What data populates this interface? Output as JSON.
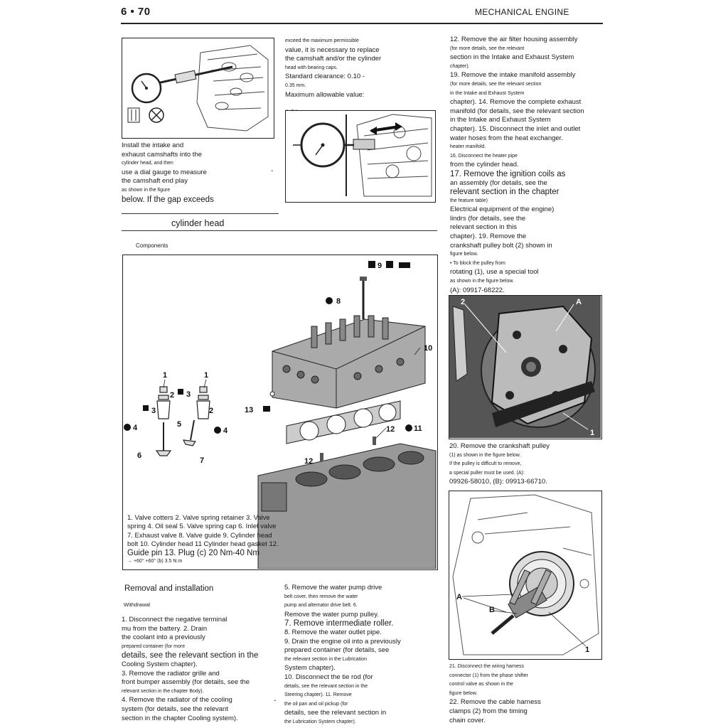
{
  "header": {
    "page": "6 • 70",
    "title": "MECHANICAL ENGINE"
  },
  "col1": {
    "lines": [
      {
        "t": "Install the intake and",
        "s": "md"
      },
      {
        "t": "exhaust camshafts into the",
        "s": "md"
      },
      {
        "t": "cylinder head, and then",
        "s": "sm"
      },
      {
        "t": "use a dial gauge to measure",
        "s": "md"
      },
      {
        "t": "the camshaft end play",
        "s": "md"
      },
      {
        "t": "as shown in the figure",
        "s": "sm"
      },
      {
        "t": "below. If the gap exceeds",
        "s": "lg"
      }
    ],
    "dash": "-"
  },
  "col2": {
    "lines": [
      {
        "t": "exceed the maximum permissible",
        "s": "sm"
      },
      {
        "t": "value, it is necessary to replace",
        "s": "md"
      },
      {
        "t": "the camshaft and/or the cylinder",
        "s": "md"
      },
      {
        "t": "head with bearing caps.",
        "s": "sm"
      },
      {
        "t": "   Standard clearance: 0.10 -",
        "s": "md"
      },
      {
        "t": "0.35 mm.",
        "s": "sm"
      },
      {
        "t": "            Maximum allowable value:",
        "s": "md"
      },
      {
        "t": "",
        "s": "sm"
      },
      {
        "t": "0.50 mm.",
        "s": "md"
      }
    ]
  },
  "col3_top": {
    "lines": [
      {
        "t": "12. Remove the air filter housing assembly",
        "s": "md"
      },
      {
        "t": "(for more details, see the relevant",
        "s": "sm"
      },
      {
        "t": "section in the Intake and Exhaust System",
        "s": "md"
      },
      {
        "t": "chapter).",
        "s": "sm"
      },
      {
        "t": "19. Remove the intake manifold assembly",
        "s": "md"
      },
      {
        "t": "(for more details, see the relevant section",
        "s": "sm"
      },
      {
        "t": "in the Intake and Exhaust System",
        "s": "sm"
      },
      {
        "t": " chapter). 14. Remove the complete exhaust",
        "s": "md"
      },
      {
        "t": "manifold (for details, see the relevant section",
        "s": "md"
      },
      {
        "t": "in the Intake and Exhaust System",
        "s": "md"
      },
      {
        "t": " chapter). 15. Disconnect the inlet and outlet",
        "s": "md"
      },
      {
        "t": "water hoses from the heat exchanger.",
        "s": "md"
      },
      {
        "t": "heater manifold.",
        "s": "sm"
      },
      {
        "t": "16. Disconnect the heater pipe",
        "s": "sm"
      },
      {
        "t": "from the cylinder head.",
        "s": "md"
      },
      {
        "t": "17. Remove the ignition coils as",
        "s": "lg"
      },
      {
        "t": "an assembly (for details, see the",
        "s": "md"
      },
      {
        "t": "relevant section in the chapter",
        "s": "lg"
      },
      {
        "t": "the feature table)",
        "s": "sm"
      },
      {
        "t": "Electrical equipment of the engine)",
        "s": "md"
      },
      {
        "t": "lindrs (for details, see the",
        "s": "md"
      },
      {
        "t": "relevant section in this",
        "s": "md"
      },
      {
        "t": "chapter). 19. Remove the",
        "s": "md"
      },
      {
        "t": "crankshaft pulley bolt (2) shown in",
        "s": "md"
      },
      {
        "t": "figure below.",
        "s": "sm"
      },
      {
        "t": "   • To block the pulley from",
        "s": "sm"
      },
      {
        "t": "rotating (1), use a special tool",
        "s": "md"
      },
      {
        "t": "as shown in the figure below.",
        "s": "sm"
      },
      {
        "t": "(A): 09917-68222.",
        "s": "md"
      }
    ]
  },
  "col3_mid": {
    "lines": [
      {
        "t": "20. Remove the crankshaft pulley",
        "s": "md"
      },
      {
        "t": "(1) as shown in the figure below.",
        "s": "sm"
      },
      {
        "t": "If the pulley is difficult to remove,",
        "s": "sm"
      },
      {
        "t": "a special puller must be used. (A):",
        "s": "sm"
      },
      {
        "t": "09926-58010, (B): 09913-66710.",
        "s": "md"
      }
    ]
  },
  "col3_bot": {
    "lines": [
      {
        "t": "21. Disconnect the wiring harness",
        "s": "sm"
      },
      {
        "t": "connector (1) from the phase shifter",
        "s": "sm"
      },
      {
        "t": "control valve as shown in the",
        "s": "sm"
      },
      {
        "t": "figure below.",
        "s": "sm"
      },
      {
        "t": "22. Remove the cable harness",
        "s": "md"
      },
      {
        "t": "clamps (2) from the timing",
        "s": "md"
      },
      {
        "t": "chain cover.",
        "s": "md"
      }
    ]
  },
  "section_cylinder_head": {
    "title": "cylinder head",
    "components": "Components"
  },
  "diagram_labels": {
    "n1a": "1",
    "n1b": "1",
    "n2a": "2",
    "n2b": "2",
    "n3a": "3",
    "n3b": "3",
    "n4a": "4",
    "n4b": "4",
    "n5": "5",
    "n6": "6",
    "n7": "7",
    "n8": "8",
    "n9": "9",
    "n10": "10",
    "n11": "11",
    "n12a": "12",
    "n12b": "12",
    "n13": "13"
  },
  "caption_lines": [
    {
      "t": "1. Valve cotters 2. Valve spring retainer 3. Valve",
      "s": "md"
    },
    {
      "t": "spring 4. Oil seal 5. Valve spring cap 6. Inlet valve",
      "s": "md"
    },
    {
      "t": "7. Exhaust valve 8. Valve guide 9. Cylinder head",
      "s": "md"
    },
    {
      "t": "bolt 10. Cylinder head 11 Cylinder head gasket 12.",
      "s": "md"
    },
    {
      "t": "Guide pin 13. Plug (c) 20 Nm-40 Nm",
      "s": "lg"
    },
    {
      "t": "→ +60° +60° (b) 3.5 N.m",
      "s": "sm"
    }
  ],
  "removal": {
    "title": "Removal and installation",
    "subtitle": "Withdrawal",
    "lines": [
      {
        "t": "      1. Disconnect the negative terminal",
        "s": "md"
      },
      {
        "t": "mu from the battery. 2. Drain",
        "s": "md"
      },
      {
        "t": "the coolant into a previously",
        "s": "md"
      },
      {
        "t": "prepared container (for more",
        "s": "sm"
      },
      {
        "t": "details, see the relevant section in the",
        "s": "lg"
      },
      {
        "t": "Cooling System chapter).",
        "s": "md"
      },
      {
        "t": "3. Remove the radiator grille and",
        "s": "md"
      },
      {
        "t": "front bumper assembly (for details, see the",
        "s": "md"
      },
      {
        "t": "relevant section in the chapter Body).",
        "s": "sm"
      },
      {
        "t": "4. Remove the radiator of the cooling",
        "s": "md"
      },
      {
        "t": "system (for details, see the relevant",
        "s": "md"
      },
      {
        "t": "section in the chapter Cooling system).",
        "s": "md"
      }
    ],
    "dash": "-"
  },
  "col2_bottom": {
    "lines": [
      {
        "t": "5. Remove the water pump drive",
        "s": "md"
      },
      {
        "t": "belt cover, then remove the water",
        "s": "sm"
      },
      {
        "t": "pump and alternator drive belt. 6.",
        "s": "sm"
      },
      {
        "t": "Remove the water pump pulley.",
        "s": "md"
      },
      {
        "t": "7. Remove intermediate roller.",
        "s": "lg"
      },
      {
        "t": "      8. Remove the water outlet pipe.",
        "s": "md"
      },
      {
        "t": "9. Drain the engine oil into a previously",
        "s": "md"
      },
      {
        "t": "prepared container (for details, see",
        "s": "md"
      },
      {
        "t": "the relevant section in the Lubrication",
        "s": "sm"
      },
      {
        "t": "System chapter).",
        "s": "md"
      },
      {
        "t": "10. Disconnect the tie rod (for",
        "s": "md"
      },
      {
        "t": "details, see the relevant section in the",
        "s": "sm"
      },
      {
        "t": "Steering chapter). 11. Remove",
        "s": "sm"
      },
      {
        "t": "the oil pan and oil pickup (for",
        "s": "sm"
      },
      {
        "t": "details, see the relevant section in",
        "s": "md"
      },
      {
        "t": "the Lubrication System chapter).",
        "s": "sm"
      }
    ]
  },
  "fig_pulley_labels": {
    "a": "A",
    "two": "2",
    "one": "1"
  },
  "fig_puller_labels": {
    "a": "A",
    "b": "B",
    "one": "1"
  }
}
